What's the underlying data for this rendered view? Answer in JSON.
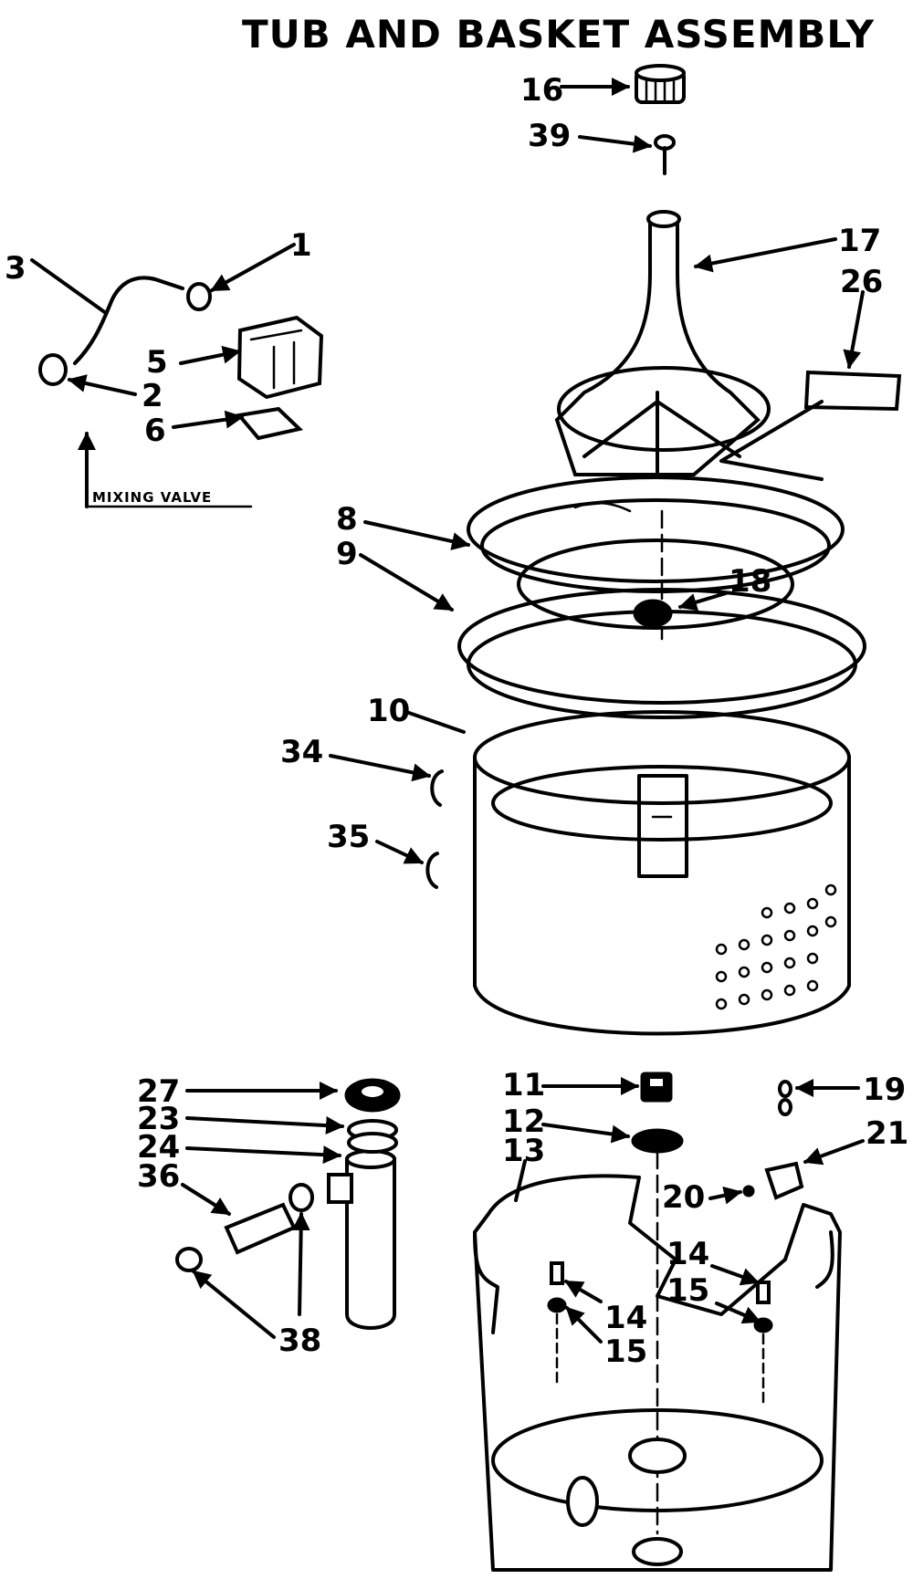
{
  "title": "TUB AND BASKET ASSEMBLY",
  "subassembly_label": "MIXING VALVE",
  "callouts": {
    "c1": "1",
    "c2": "2",
    "c3": "3",
    "c5": "5",
    "c6": "6",
    "c8": "8",
    "c9": "9",
    "c10": "10",
    "c11": "11",
    "c12": "12",
    "c13": "13",
    "c14a": "14",
    "c14b": "14",
    "c15a": "15",
    "c15b": "15",
    "c16": "16",
    "c17": "17",
    "c18": "18",
    "c19": "19",
    "c20": "20",
    "c21": "21",
    "c23": "23",
    "c24": "24",
    "c26": "26",
    "c27": "27",
    "c34": "34",
    "c35": "35",
    "c36": "36",
    "c38": "38",
    "c39": "39"
  }
}
